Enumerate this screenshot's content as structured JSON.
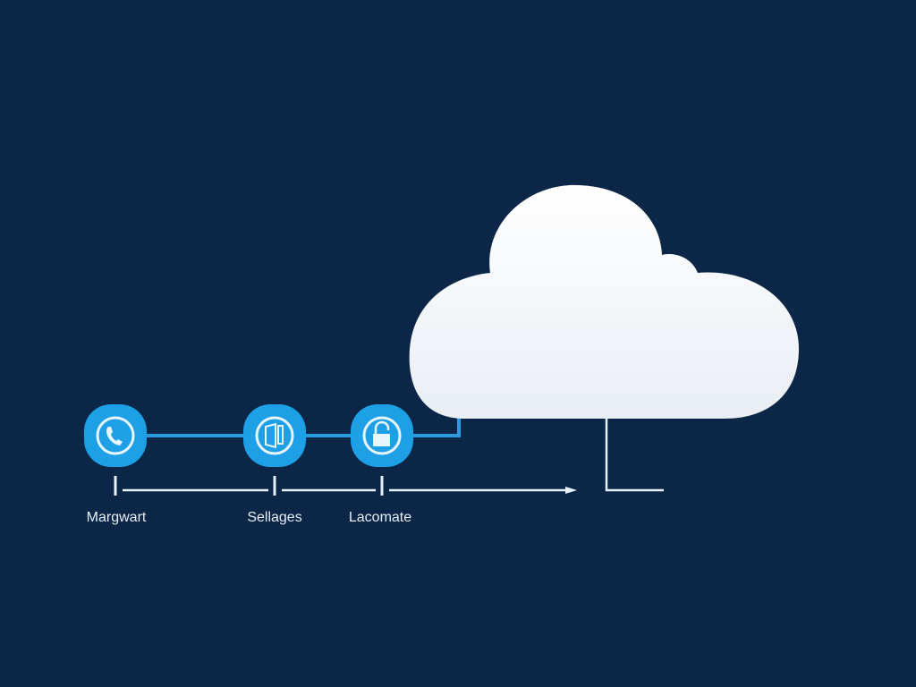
{
  "nodes": [
    {
      "label": "Margwart",
      "icon": "phone-icon"
    },
    {
      "label": "Sellages",
      "icon": "document-icon"
    },
    {
      "label": "Lacomate",
      "icon": "unlock-icon"
    }
  ],
  "colors": {
    "background": "#0b2647",
    "node": "#1ea0e6",
    "line": "#2b9ae0",
    "cloud": "#ffffff"
  }
}
